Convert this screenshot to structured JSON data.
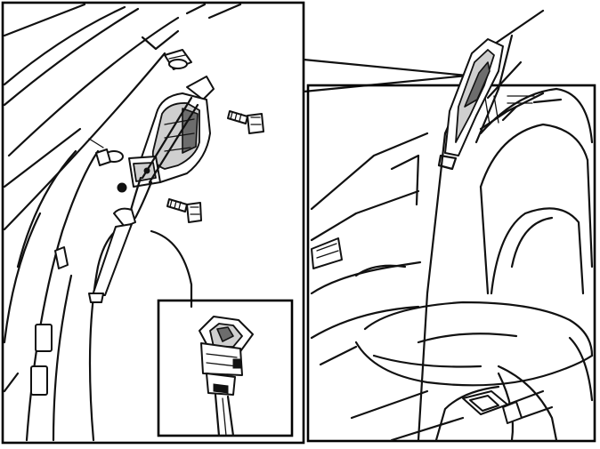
{
  "illustration": {
    "description_visible_text": [],
    "panels": [
      "detail-view",
      "overview-view",
      "connector-inset"
    ]
  },
  "colors": {
    "line": "#111111",
    "paper": "#ffffff",
    "shade_light": "#cfcfcf",
    "shade_dark": "#6d6d6d"
  }
}
